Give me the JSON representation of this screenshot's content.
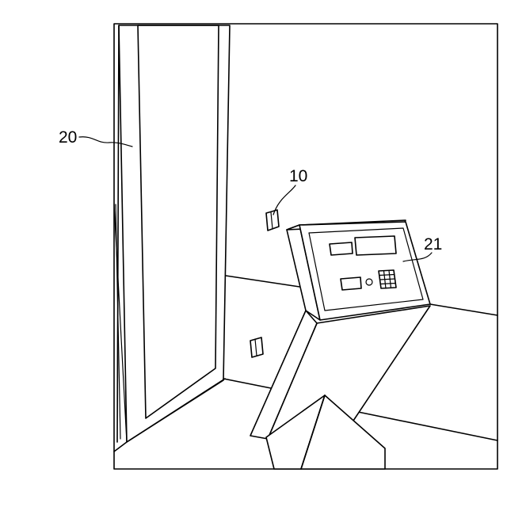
{
  "labels": {
    "door": "20",
    "sensor": "10",
    "console": "21"
  }
}
